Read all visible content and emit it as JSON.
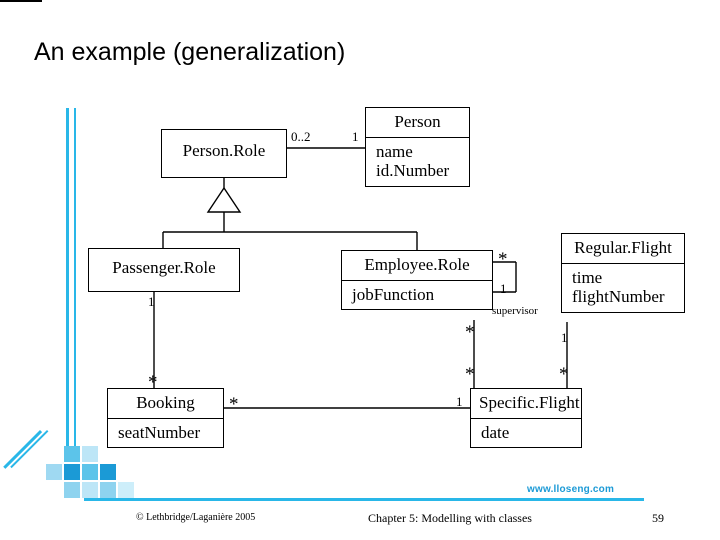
{
  "slide": {
    "title": "An example (generalization)",
    "footer_copyright": "© Lethbridge/Laganière 2005",
    "footer_chapter": "Chapter 5: Modelling with classes",
    "page_number": "59",
    "url": "www.lloseng.com",
    "accent_color": "#29b7e8"
  },
  "diagram": {
    "type": "uml-class-diagram",
    "classes": [
      {
        "id": "person",
        "name": "Person",
        "attributes": [
          "name",
          "id.Number"
        ]
      },
      {
        "id": "personrole",
        "name": "Person.Role",
        "attributes": []
      },
      {
        "id": "passengerrole",
        "name": "Passenger.Role",
        "attributes": []
      },
      {
        "id": "employeerole",
        "name": "Employee.Role",
        "attributes": [
          "jobFunction"
        ]
      },
      {
        "id": "regularflight",
        "name": "Regular.Flight",
        "attributes": [
          "time",
          "flightNumber"
        ]
      },
      {
        "id": "booking",
        "name": "Booking",
        "attributes": [
          "seatNumber"
        ]
      },
      {
        "id": "specificflight",
        "name": "Specific.Flight",
        "attributes": [
          "date"
        ]
      }
    ],
    "multiplicities": [
      {
        "id": "m-personrole-person",
        "text": "0..2"
      },
      {
        "id": "m-person-personrole",
        "text": "1"
      },
      {
        "id": "m-passengerrole-booking",
        "text": "1"
      },
      {
        "id": "m-booking-passengerrole",
        "text": "*"
      },
      {
        "id": "m-booking-specificflight",
        "text": "*"
      },
      {
        "id": "m-specificflight-booking",
        "text": "1"
      },
      {
        "id": "m-employeerole-supervisor",
        "text": "*"
      },
      {
        "id": "m-supervisor-employeerole",
        "text": "1"
      },
      {
        "id": "m-employeerole-specific",
        "text": "*"
      },
      {
        "id": "m-specific-employeerole",
        "text": "*"
      },
      {
        "id": "m-regularflight-specific",
        "text": "1"
      },
      {
        "id": "m-specific-regularflight",
        "text": "*"
      }
    ],
    "role_labels": [
      {
        "id": "supervisor-role",
        "text": "supervisor"
      }
    ]
  }
}
